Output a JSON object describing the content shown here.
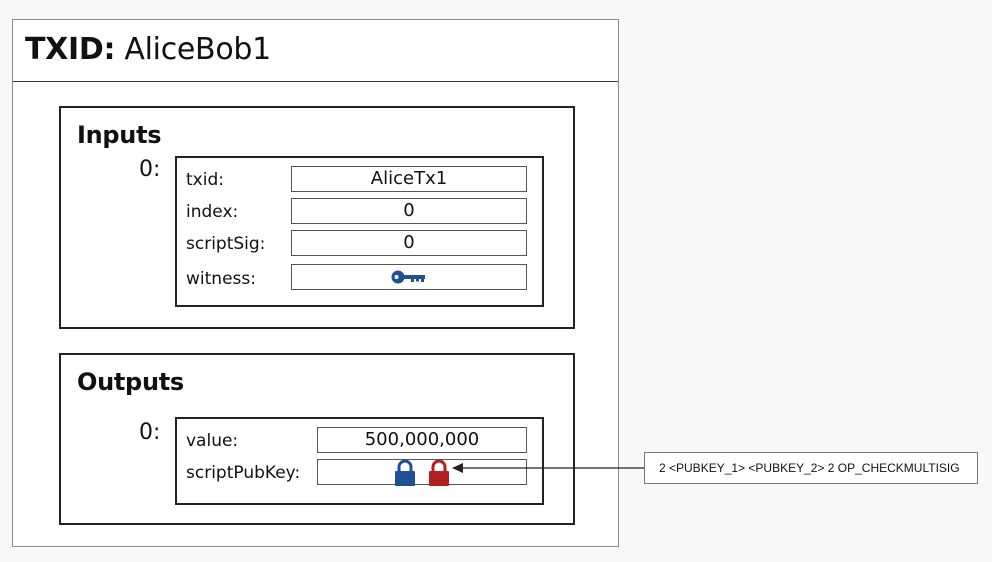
{
  "transaction": {
    "txid_label": "TXID:",
    "txid_value": "AliceBob1"
  },
  "inputs": {
    "title": "Inputs",
    "items": [
      {
        "index_label": "0:",
        "fields": [
          {
            "label": "txid:",
            "value": "AliceTx1"
          },
          {
            "label": "index:",
            "value": "0"
          },
          {
            "label": "scriptSig:",
            "value": "0"
          },
          {
            "label": "witness:",
            "value": "",
            "icon": "key-icon"
          }
        ]
      }
    ]
  },
  "outputs": {
    "title": "Outputs",
    "items": [
      {
        "index_label": "0:",
        "fields": [
          {
            "label": "value:",
            "value": "500,000,000"
          },
          {
            "label": "scriptPubKey:",
            "value": "",
            "icons": [
              "blue-lock-icon",
              "red-lock-icon"
            ]
          }
        ]
      }
    ]
  },
  "script_annotation": {
    "text": "2 <PUBKEY_1> <PUBKEY_2> 2 OP_CHECKMULTISIG"
  },
  "colors": {
    "key_blue": "#1f4f94",
    "lock_blue": "#1f4f94",
    "lock_red": "#b21f1f"
  }
}
